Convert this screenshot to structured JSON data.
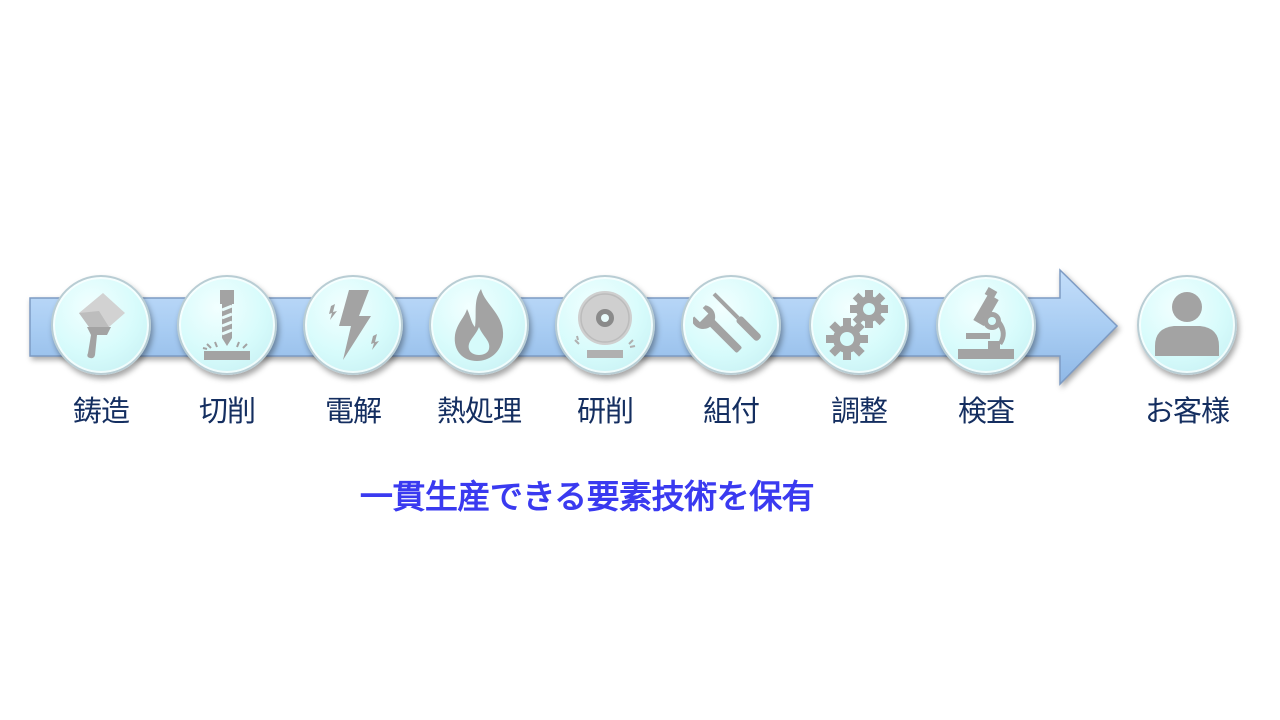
{
  "process": {
    "steps": [
      {
        "label": "鋳造",
        "icon": "casting-ladle-icon"
      },
      {
        "label": "切削",
        "icon": "drill-bit-icon"
      },
      {
        "label": "電解",
        "icon": "lightning-icon"
      },
      {
        "label": "熱処理",
        "icon": "flame-icon"
      },
      {
        "label": "研削",
        "icon": "grinding-wheel-icon"
      },
      {
        "label": "組付",
        "icon": "wrench-screwdriver-icon"
      },
      {
        "label": "調整",
        "icon": "gears-icon"
      },
      {
        "label": "検査",
        "icon": "microscope-icon"
      }
    ],
    "customer": {
      "label": "お客様",
      "icon": "person-icon"
    }
  },
  "tagline": "一貫生産できる要素技術を保有",
  "colors": {
    "arrow_fill": "#a9cdf3",
    "circle_fill": "#d6fbfb",
    "icon_gray": "#a3a3a3",
    "label_text": "#142e60",
    "tagline_text": "#3a3af0"
  }
}
